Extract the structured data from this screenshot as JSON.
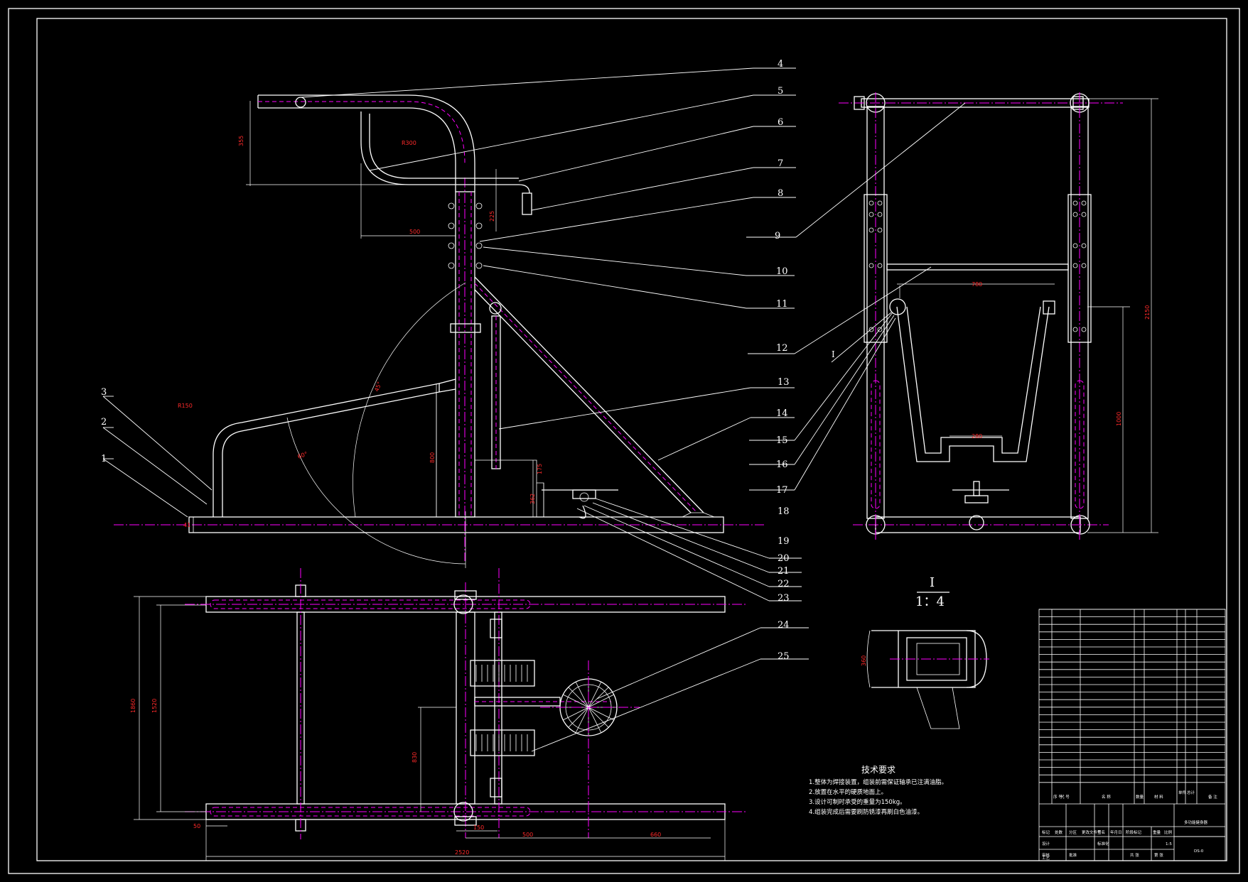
{
  "part_numbers": [
    "1",
    "2",
    "3",
    "4",
    "5",
    "6",
    "7",
    "8",
    "9",
    "10",
    "11",
    "12",
    "13",
    "14",
    "15",
    "16",
    "17",
    "18",
    "19",
    "20",
    "21",
    "22",
    "23",
    "24",
    "25"
  ],
  "dimensions": {
    "front_radius_top": "R300",
    "front_height_top": "355",
    "front_span_top": "500",
    "front_post_offset": "225",
    "front_radius_lower": "R150",
    "front_angle_upper": "45°",
    "front_angle_lower": "60°",
    "front_height_mid": "800",
    "front_step_a": "175",
    "front_step_b": "362",
    "side_width_inner": "780",
    "side_width_bottom": "280",
    "side_height_total": "2150",
    "side_height_mid": "1000",
    "plan_width_outer": "1860",
    "plan_width_inner": "1520",
    "plan_offset_small": "50",
    "plan_depth": "830",
    "plan_len_a": "150",
    "plan_len_b": "500",
    "plan_len_c": "660",
    "plan_len_total": "2520",
    "detail_dim": "360"
  },
  "detail": {
    "label": "I",
    "label_small": "I",
    "scale": "1：4"
  },
  "technical_requirements": {
    "heading": "技术要求",
    "items": [
      "1.整体为焊接装置，组装前需保证轴承已注满油脂。",
      "2.放置在水平的硬质地面上。",
      "3.设计可制时承受的重量为150kg。",
      "4.组装完成后需要刷防锈漆再刷白色油漆。"
    ]
  },
  "title_block": {
    "drawing_name": "多功能健身器",
    "drawing_number": "DS-0",
    "scale_value": "1:5",
    "header_labels": [
      "序 号",
      "代 号",
      "名 称",
      "数量",
      "材 料",
      "单件",
      "总计",
      "备 注"
    ],
    "footer_labels": [
      "标记",
      "处数",
      "分区",
      "更改文件号",
      "签名",
      "年月日",
      "设计",
      "标准化",
      "阶段标记",
      "重量",
      "比例",
      "审核",
      "工艺",
      "批准",
      "共 张",
      "第 张"
    ]
  },
  "colors": {
    "background": "#000000",
    "line": "#ffffff",
    "centerline": "#ff00ff",
    "dimension_text": "#ff2a2a"
  }
}
